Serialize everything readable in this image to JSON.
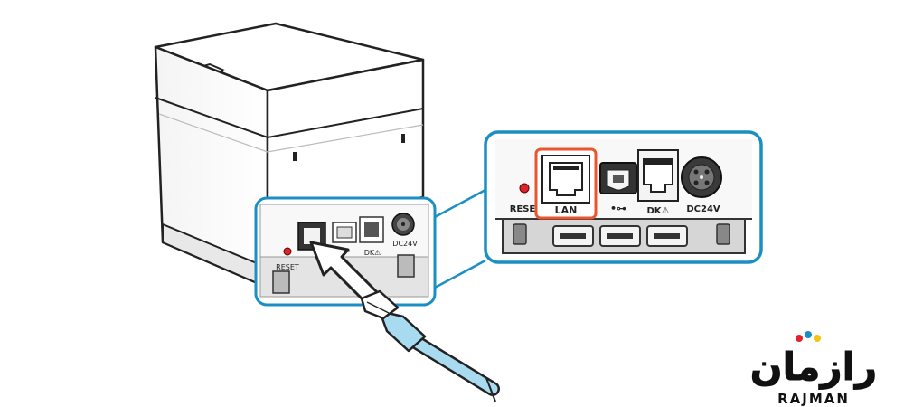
{
  "device_labels": {
    "reset": "RESET",
    "usb": "•⊶",
    "dk": "DK⚠",
    "dc": "DC24V"
  },
  "zoom_labels": {
    "reset": "RESE",
    "lan": "LAN",
    "usb": "•⊶",
    "dk": "DK⚠",
    "dc": "DC24V"
  },
  "logo": {
    "arabic": "رازمان",
    "latin": "RAJMAN"
  },
  "colors": {
    "highlight_frame": "#1b8fc4",
    "lan_highlight": "#e8562f",
    "cable": "#a9dbf0",
    "reset_led": "#d7262e"
  }
}
